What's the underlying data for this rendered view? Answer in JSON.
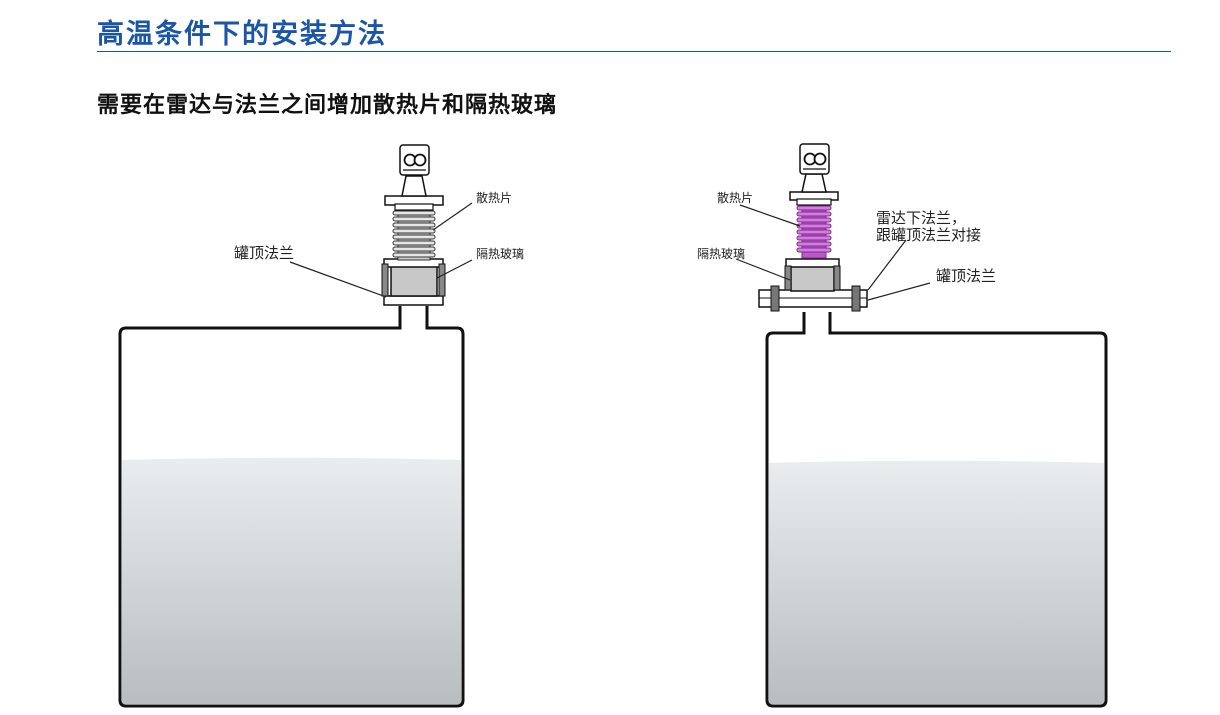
{
  "header": {
    "title": "高温条件下的安装方法",
    "subtitle": "需要在雷达与法兰之间增加散热片和隔热玻璃"
  },
  "left_diagram": {
    "heat_sink_label": "散热片",
    "tank_flange_label": "罐顶法兰",
    "insulation_glass_label": "隔热玻璃"
  },
  "right_diagram": {
    "heat_sink_label": "散热片",
    "insulation_glass_label": "隔热玻璃",
    "radar_flange_note_line1": "雷达下法兰，",
    "radar_flange_note_line2": "跟罐顶法兰对接",
    "tank_flange_label": "罐顶法兰"
  },
  "colors": {
    "title": "#1a55a8",
    "heat_sink_highlight": "#d57ce3",
    "liquid_top": "#e8eced",
    "liquid_bottom": "#b7bcbf"
  }
}
